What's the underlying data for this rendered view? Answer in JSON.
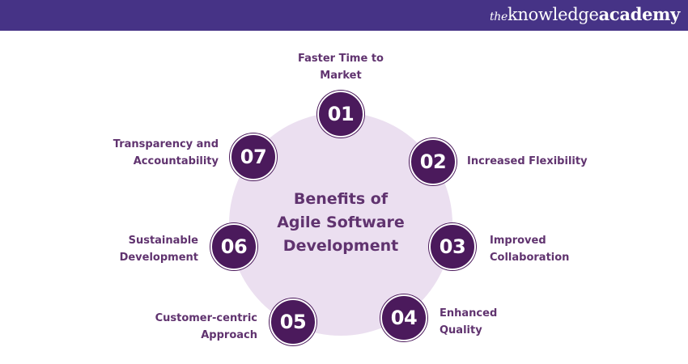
{
  "header": {
    "logo_the": "the",
    "logo_knowledge": "knowledge",
    "logo_academy": "academy",
    "background_color": "#463386"
  },
  "diagram": {
    "title_lines": [
      "Benefits of",
      "Agile Software",
      "Development"
    ],
    "accent_color": "#4b1a5c",
    "circle_color": "#ebdff0",
    "text_color": "#60336f",
    "items": [
      {
        "number": "01",
        "lines": [
          "Faster Time to",
          "Market"
        ]
      },
      {
        "number": "02",
        "lines": [
          "Increased Flexibility"
        ]
      },
      {
        "number": "03",
        "lines": [
          "Improved",
          "Collaboration"
        ]
      },
      {
        "number": "04",
        "lines": [
          "Enhanced",
          "Quality"
        ]
      },
      {
        "number": "05",
        "lines": [
          "Customer-centric",
          "Approach"
        ]
      },
      {
        "number": "06",
        "lines": [
          "Sustainable",
          "Development"
        ]
      },
      {
        "number": "07",
        "lines": [
          "Transparency and",
          "Accountability"
        ]
      }
    ]
  }
}
